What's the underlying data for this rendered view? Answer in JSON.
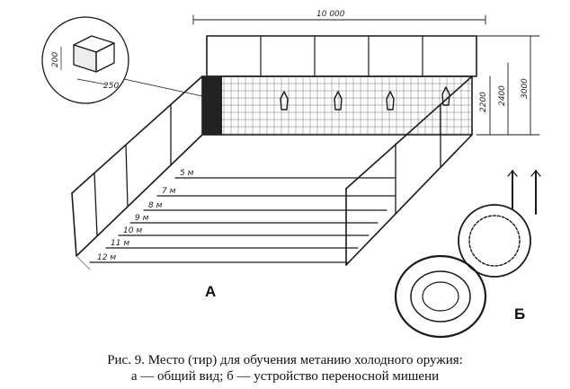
{
  "figure": {
    "dimensions": {
      "length": "10 000",
      "net_height": "2200",
      "post_height": "2400",
      "total_height": "3000",
      "detail_a": "200",
      "detail_b": "250"
    },
    "distance_labels": [
      "5 м",
      "7 м",
      "8 м",
      "9 м",
      "10 м",
      "11 м",
      "12 м"
    ],
    "letter_a": "А",
    "letter_b": "Б"
  },
  "caption": {
    "line1": "Рис. 9. Место (тир) для обучения метанию холодного оружия:",
    "line2": "а — общий вид; б — устройство переносной мишени"
  }
}
